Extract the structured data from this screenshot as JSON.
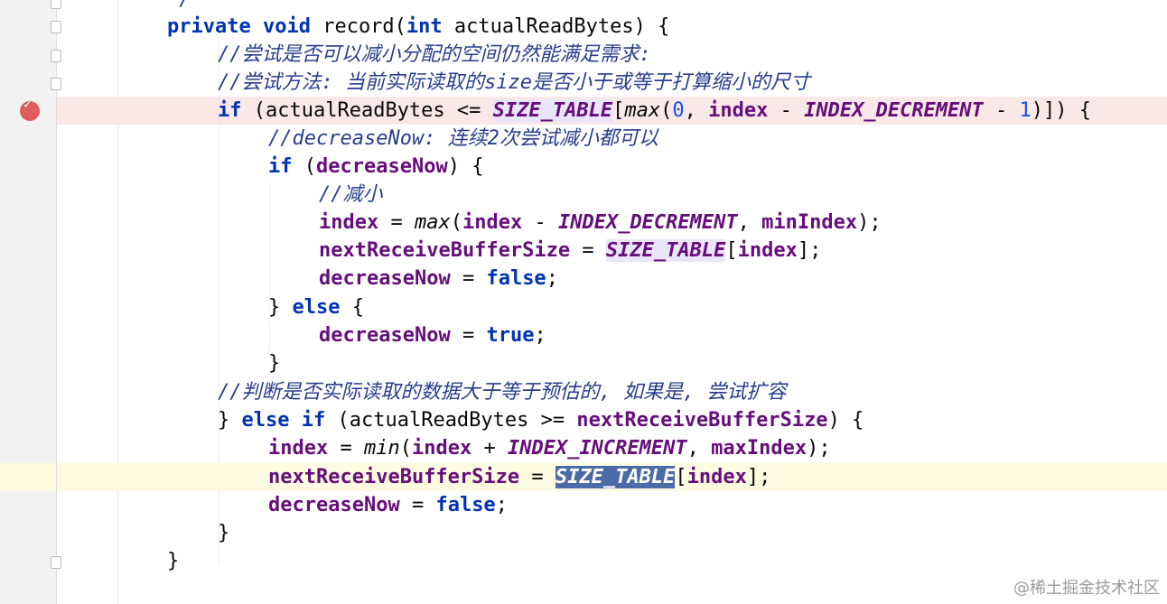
{
  "lines": {
    "l0": {
      "t1": "*/"
    },
    "l1": {
      "kw1": "private",
      "kw2": "void",
      "t1": "record(",
      "kw3": "int",
      "t2": "actualReadBytes) {"
    },
    "l2": {
      "c": "//尝试是否可以减小分配的空间仍然能满足需求:"
    },
    "l3": {
      "c": "//尝试方法: 当前实际读取的size是否小于或等于打算缩小的尺寸"
    },
    "l4": {
      "kw1": "if",
      "t1": "(actualReadBytes <=",
      "cst1": "SIZE_TABLE",
      "t2": "[",
      "fn1": "max",
      "t3": "(",
      "num1": "0",
      "t4": ",",
      "fld1": "index",
      "t5": "-",
      "cst2": "INDEX_DECREMENT",
      "t6": "-",
      "num2": "1",
      "t7": ")]) {"
    },
    "l5": {
      "c": "//decreaseNow: 连续2次尝试减小都可以"
    },
    "l6": {
      "kw1": "if",
      "t1": "(",
      "fld1": "decreaseNow",
      "t2": ") {"
    },
    "l7": {
      "c": "//减小"
    },
    "l8": {
      "fld1": "index",
      "t1": "=",
      "fn1": "max",
      "t2": "(",
      "fld2": "index",
      "t3": "-",
      "cst1": "INDEX_DECREMENT",
      "t4": ",",
      "fld3": "minIndex",
      "t5": ");"
    },
    "l9": {
      "fld1": "nextReceiveBufferSize",
      "t1": "=",
      "cst1": "SIZE_TABLE",
      "t2": "[",
      "fld2": "index",
      "t3": "];"
    },
    "l10": {
      "fld1": "decreaseNow",
      "t1": "=",
      "kw1": "false",
      "t2": ";"
    },
    "l11": {
      "t1": "}",
      "kw1": "else",
      "t2": "{"
    },
    "l12": {
      "fld1": "decreaseNow",
      "t1": "=",
      "kw1": "true",
      "t2": ";"
    },
    "l13": {
      "t1": "}"
    },
    "l14": {
      "c": "//判断是否实际读取的数据大于等于预估的, 如果是, 尝试扩容"
    },
    "l15": {
      "t1": "}",
      "kw1": "else",
      "kw2": "if",
      "t2": "(actualReadBytes >=",
      "fld1": "nextReceiveBufferSize",
      "t3": ") {"
    },
    "l16": {
      "fld1": "index",
      "t1": "=",
      "fn1": "min",
      "t2": "(",
      "fld2": "index",
      "t3": "+",
      "cst1": "INDEX_INCREMENT",
      "t4": ",",
      "fld3": "maxIndex",
      "t5": ");"
    },
    "l17": {
      "fld1": "nextReceiveBufferSize",
      "t1": "=",
      "cst1": "SIZE_TABLE",
      "t2": "[",
      "fld2": "index",
      "t3": "];"
    },
    "l18": {
      "fld1": "decreaseNow",
      "t1": "=",
      "kw1": "false",
      "t2": ";"
    },
    "l19": {
      "t1": "}"
    },
    "l20": {
      "t1": "}"
    }
  },
  "watermark": "@稀土掘金技术社区",
  "colors": {
    "keyword": "#0033b3",
    "field": "#660e7a",
    "comment": "#263e8c",
    "number": "#1750eb",
    "breakpoint_line": "#fae8e8",
    "caret_line": "#fcfae1",
    "selection": "#4a6aa8"
  },
  "gutter_icons": [
    "fold-marker-icon",
    "breakpoint-icon"
  ]
}
